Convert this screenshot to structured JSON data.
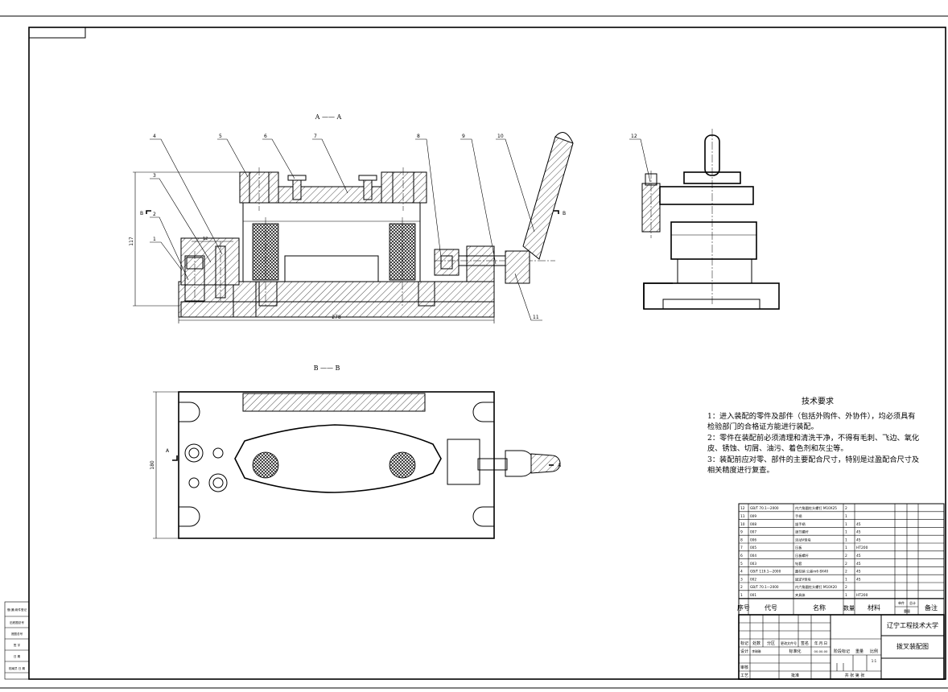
{
  "views": {
    "section_aa": "A —— A",
    "section_bb": "B —— B",
    "mark_b_left": "B",
    "mark_b_right": "B",
    "mark_a_left": "A",
    "mark_a_right": "A"
  },
  "balloons": [
    "1",
    "2",
    "3",
    "4",
    "5",
    "6",
    "7",
    "8",
    "9",
    "10",
    "11",
    "12"
  ],
  "dimensions": {
    "length": "278",
    "height": "117",
    "width": "180",
    "hole": "12"
  },
  "tech_requirements": {
    "title": "技术要求",
    "lines": [
      "1：进入装配的零件及部件（包括外购件、外协件），均必须具有",
      "检验部门的合格证方能进行装配。",
      "2：零件在装配前必须清理和清洗干净，不得有毛刺、飞边、氧化",
      "皮、锈蚀、切屑、油污、着色剂和灰尘等。",
      "3：装配前应对零、部件的主要配合尺寸，特别是过盈配合尺寸及",
      "相关精度进行复查。"
    ]
  },
  "bom": {
    "rows": [
      {
        "no": "12",
        "code": "GB/T 70.1—2000",
        "name": "内六角圆柱头螺钉 M10X25",
        "qty": "2",
        "material": ""
      },
      {
        "no": "11",
        "code": "009",
        "name": "手柄",
        "qty": "1",
        "material": ""
      },
      {
        "no": "10",
        "code": "008",
        "name": "拔手柄",
        "qty": "1",
        "material": "45"
      },
      {
        "no": "9",
        "code": "007",
        "name": "调节螺杆",
        "qty": "1",
        "material": "45"
      },
      {
        "no": "8",
        "code": "006",
        "name": "活动V型块",
        "qty": "1",
        "material": "45"
      },
      {
        "no": "7",
        "code": "005",
        "name": "压板",
        "qty": "1",
        "material": "HT200"
      },
      {
        "no": "6",
        "code": "004",
        "name": "压板螺杆",
        "qty": "2",
        "material": "45"
      },
      {
        "no": "5",
        "code": "003",
        "name": "钻套",
        "qty": "2",
        "material": "45"
      },
      {
        "no": "4",
        "code": "GB/T 119.1—2000",
        "name": "圆柱销 公差m6 8X40",
        "qty": "2",
        "material": "45"
      },
      {
        "no": "3",
        "code": "002",
        "name": "固定V型块",
        "qty": "1",
        "material": "45"
      },
      {
        "no": "2",
        "code": "GB/T 70.1—2000",
        "name": "内六角圆柱头螺钉 M10X20",
        "qty": "2",
        "material": ""
      },
      {
        "no": "1",
        "code": "001",
        "name": "夹具体",
        "qty": "1",
        "material": "HT200"
      }
    ],
    "header": {
      "no": "序号",
      "code": "代号",
      "name": "名称",
      "qty": "数量",
      "material": "材料",
      "unit_weight": "单件",
      "total_weight": "总计",
      "weight": "重量",
      "remark": "备注"
    }
  },
  "title_block": {
    "university": "辽宁工程技术大学",
    "drawing_name": "拨叉装配图",
    "labels": {
      "mark": "标记",
      "count": "处数",
      "zone": "分区",
      "change_doc": "更改文件号",
      "signature": "签名",
      "date": "年.月.日",
      "design": "设计",
      "standardize": "标准化",
      "stage_mark": "阶段标记",
      "weight": "重量",
      "scale": "比例",
      "check": "审核",
      "process": "工艺",
      "approve": "批准",
      "sheets": "共  张  第  张"
    },
    "designer": "李琳琳",
    "design_date": "00.00.00",
    "scale": "1:1"
  },
  "left_strip": [
    "借(通)用件登记",
    "旧底图总号",
    "底图总号",
    "签  字",
    "日  期",
    "档案员  日  期"
  ]
}
